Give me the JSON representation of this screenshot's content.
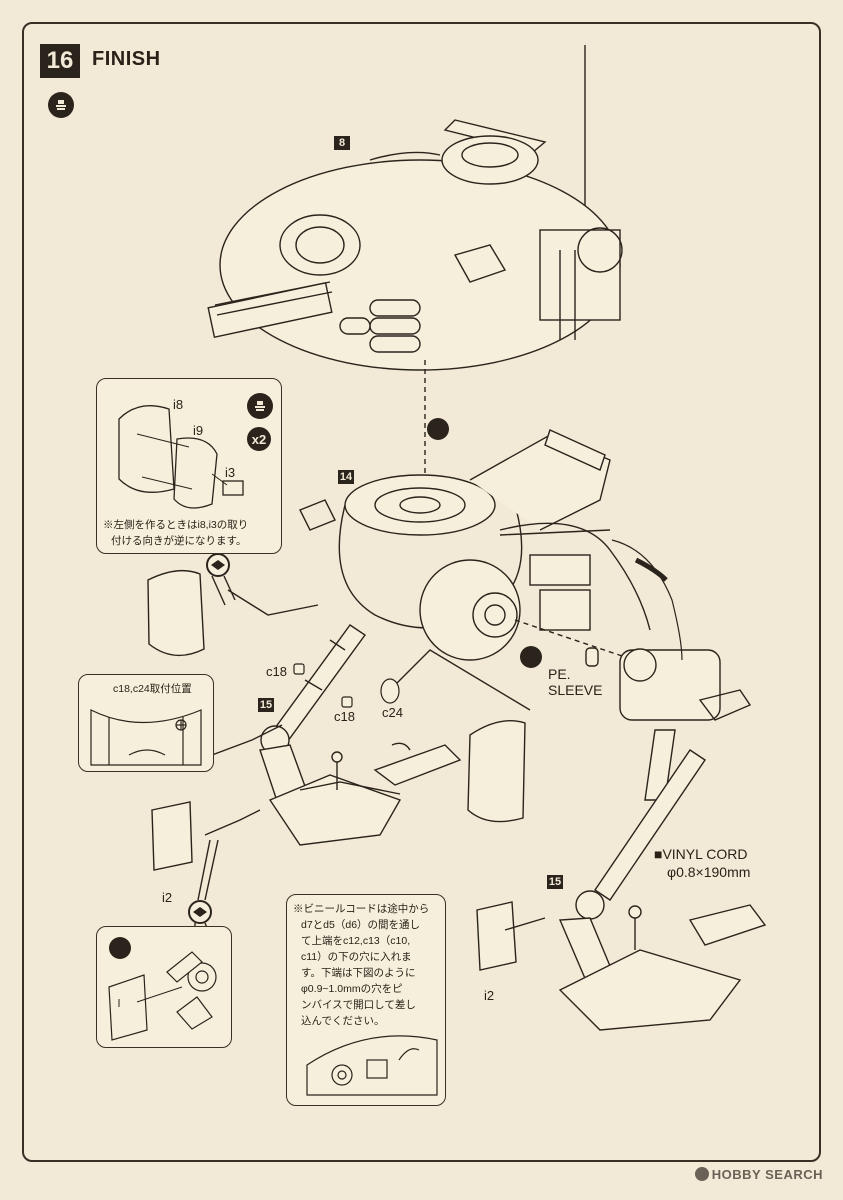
{
  "header": {
    "step_number": "16",
    "title": "FINISH"
  },
  "part_tags": {
    "body_top": "8",
    "body_mid": "14",
    "leg_left": "15",
    "leg_right": "15"
  },
  "labels": {
    "i8": "i8",
    "i9": "i9",
    "i3": "i3",
    "c18_a": "c18",
    "c18_b": "c18",
    "c24": "c24",
    "pe": "PE.",
    "sleeve": "SLEEVE",
    "vinyl_cord": "■VINYL CORD",
    "vinyl_spec": "φ0.8×190mm",
    "i2_left": "i2",
    "i2_right": "i2"
  },
  "callouts": {
    "i8_note_line1": "※左側を作るときはi8,i3の取り",
    "i8_note_line2": "付ける向きが逆になります。",
    "multiplier": "x2",
    "c18_title": "c18,c24取付位置",
    "vinyl_note": [
      "※ビニールコードは途中から",
      "d7とd5（d6）の間を通し",
      "て上端をc12,c13（c10,",
      "c11）の下の穴に入れま",
      "す。下端は下図のように",
      "φ0.9~1.0mmの穴をピ",
      "ンバイスで開口して差し",
      "込んでください。"
    ]
  },
  "watermark": "HOBBY SEARCH",
  "colors": {
    "paper": "#f2ead6",
    "ink": "#2b241c"
  }
}
